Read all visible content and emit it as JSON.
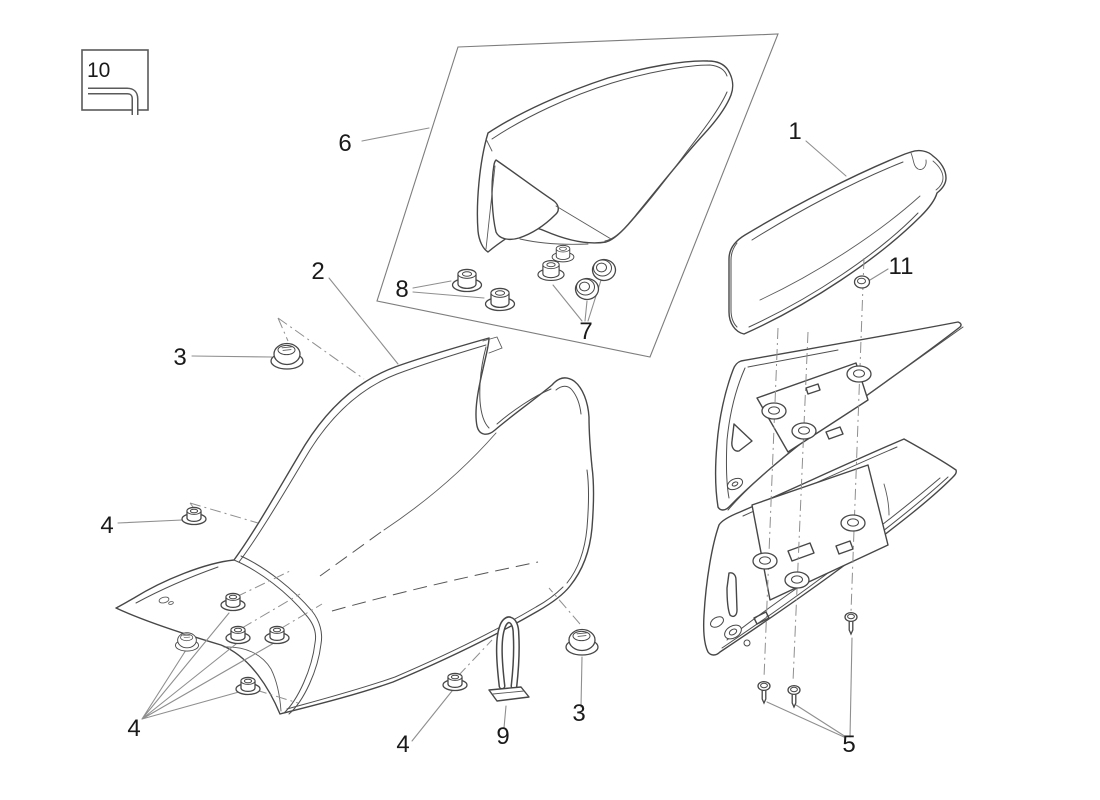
{
  "diagram": {
    "kind": "exploded-parts-diagram",
    "background": "#ffffff",
    "colors": {
      "part_line": "#474747",
      "leader_line": "#8f8f8f",
      "label_text": "#1a1a1a"
    },
    "legend_box": {
      "number": "10",
      "icon": "allen-key-icon"
    },
    "labels": {
      "n1": "1",
      "n2": "2",
      "n3": "3",
      "n4": "4",
      "n5": "5",
      "n6": "6",
      "n7": "7",
      "n8": "8",
      "n9": "9",
      "n10": "10",
      "n11": "11"
    },
    "callout_numbers": [
      "1",
      "2",
      "3",
      "4",
      "5",
      "6",
      "7",
      "8",
      "9",
      "10",
      "11"
    ]
  }
}
